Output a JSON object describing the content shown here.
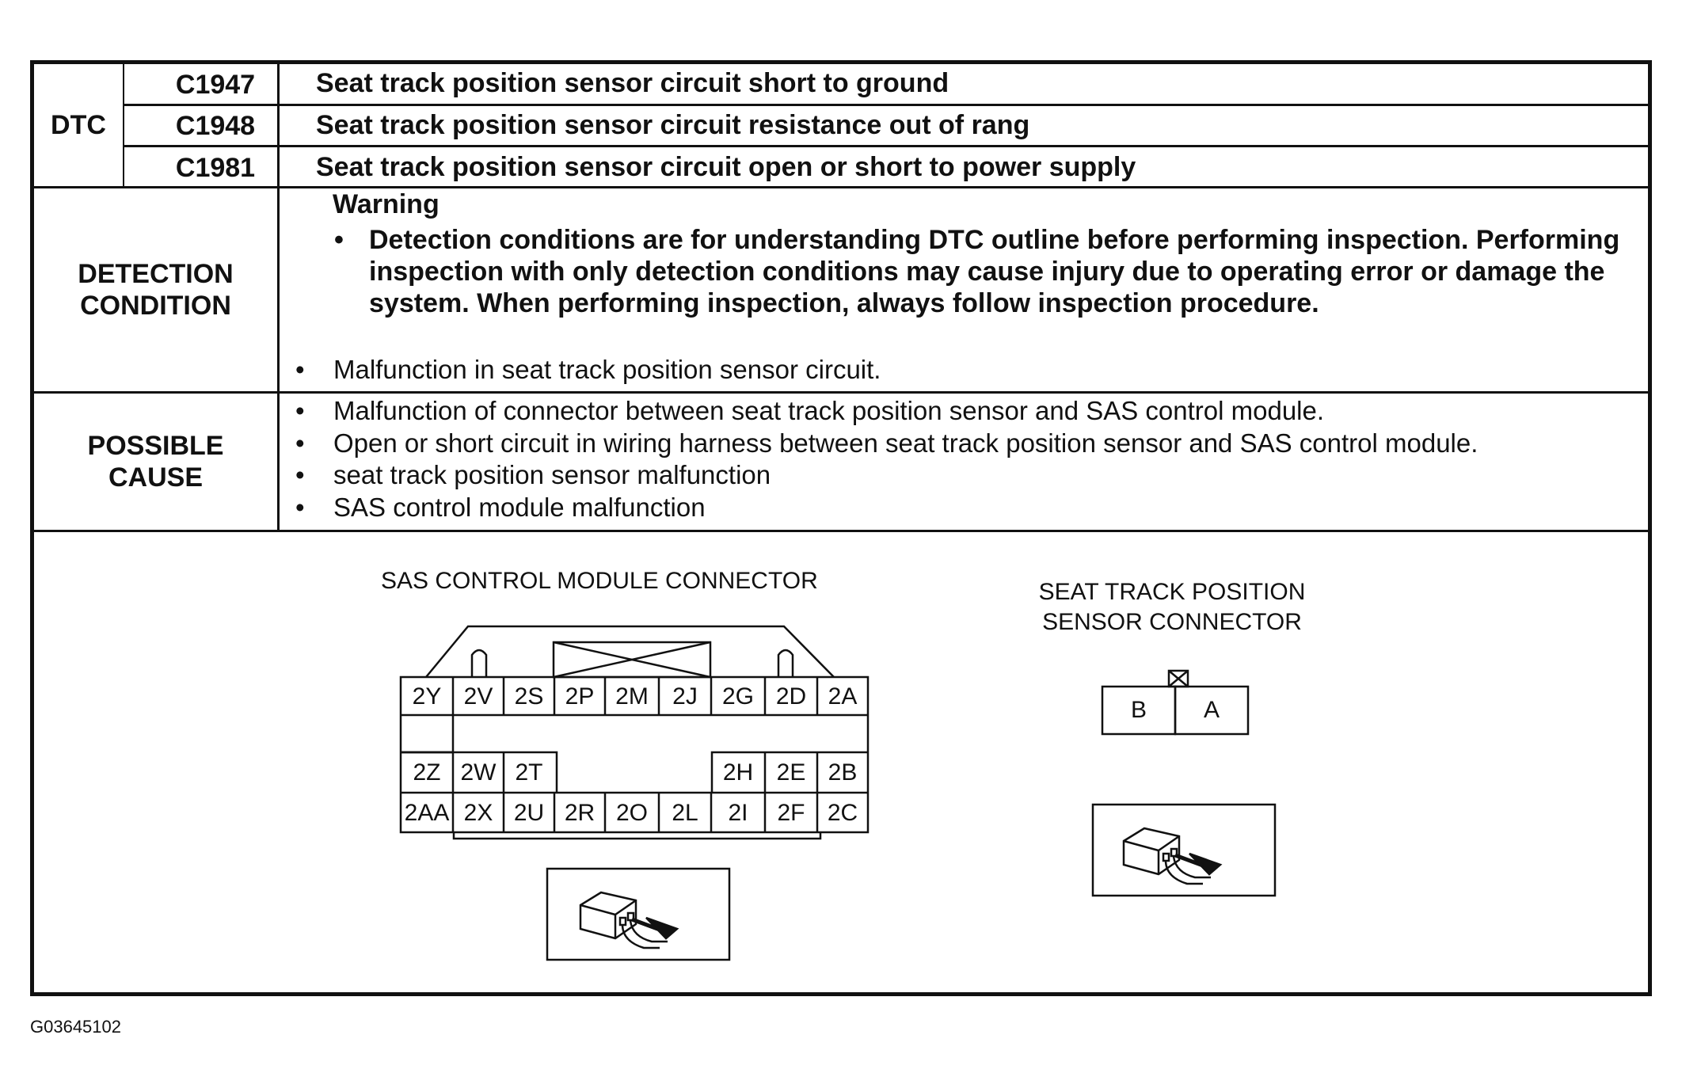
{
  "dtc": {
    "label": "DTC",
    "codes": [
      {
        "code": "C1947",
        "description": "Seat track position sensor circuit short to ground"
      },
      {
        "code": "C1948",
        "description": "Seat track position sensor circuit resistance out of rang"
      },
      {
        "code": "C1981",
        "description": "Seat track position sensor circuit open or short to power supply"
      }
    ]
  },
  "detection": {
    "label_line1": "DETECTION",
    "label_line2": "CONDITION",
    "warning_title": "Warning",
    "warning_items": [
      "Detection conditions are for understanding DTC outline before performing inspection. Performing inspection with only detection conditions may cause injury due to operating error or damage the system. When performing inspection, always follow inspection procedure."
    ],
    "items": [
      "Malfunction in seat track position sensor circuit."
    ]
  },
  "possible_cause": {
    "label_line1": "POSSIBLE",
    "label_line2": "CAUSE",
    "items": [
      "Malfunction of connector between seat track position sensor and SAS control module.",
      "Open or short circuit in wiring harness between seat track position sensor and SAS control module.",
      "seat track position sensor malfunction",
      "SAS control module malfunction"
    ]
  },
  "sas_connector": {
    "title": "SAS CONTROL MODULE CONNECTOR",
    "row1": [
      "2Y",
      "2V",
      "2S",
      "2P",
      "2M",
      "2J",
      "2G",
      "2D",
      "2A"
    ],
    "row3_left": [
      "2Z",
      "2W",
      "2T"
    ],
    "row3_right": [
      "2H",
      "2E",
      "2B"
    ],
    "row4": [
      "2AA",
      "2X",
      "2U",
      "2R",
      "2O",
      "2L",
      "2I",
      "2F",
      "2C"
    ]
  },
  "seat_connector": {
    "title_line1": "SEAT TRACK POSITION",
    "title_line2": "SENSOR CONNECTOR",
    "pins": [
      "B",
      "A"
    ]
  },
  "figure_code": "G03645102"
}
